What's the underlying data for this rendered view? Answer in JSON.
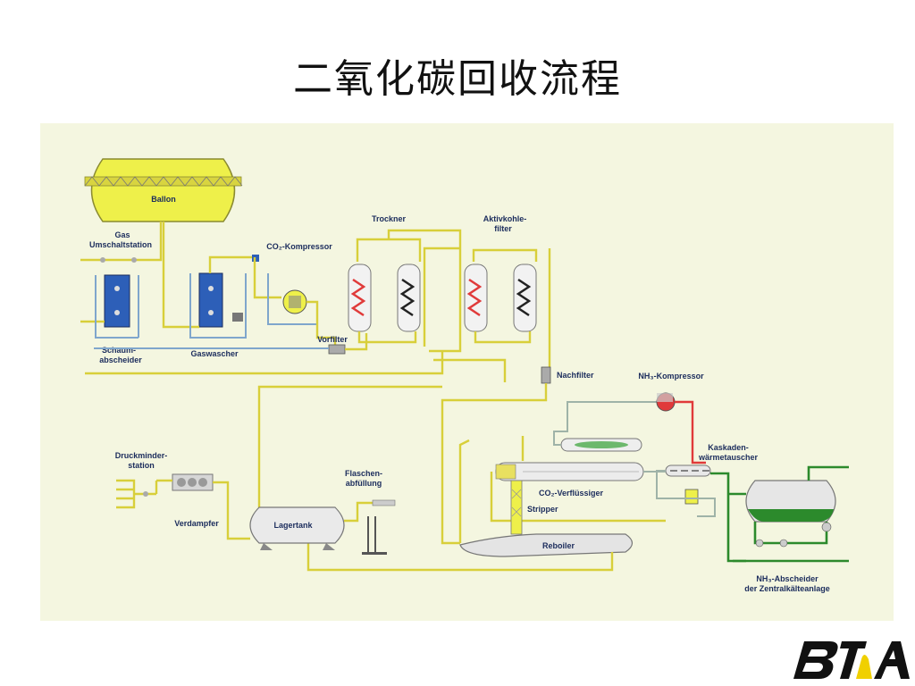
{
  "title": "二氧化碳回收流程",
  "labels": {
    "ballon": "Ballon",
    "gas": "Gas",
    "umschaltstation": "Umschaltstation",
    "co2_kompressor": "CO₂-Kompressor",
    "trockner": "Trockner",
    "aktivkohle": "Aktivkohle-",
    "filter": "filter",
    "schaum": "Schaum-",
    "abscheider": "abscheider",
    "gaswascher": "Gaswascher",
    "vorfilter": "Vorfilter",
    "nachfilter": "Nachfilter",
    "nh3_kompressor": "NH₃-Kompressor",
    "kaskaden": "Kaskaden-",
    "waermetauscher": "wärmetauscher",
    "druckminder": "Druckminder-",
    "station": "station",
    "flaschen": "Flaschen-",
    "abfuellung": "abfüllung",
    "co2_verfluessiger": "CO₂-Verflüssiger",
    "stripper": "Stripper",
    "verdampfer": "Verdampfer",
    "lagertank": "Lagertank",
    "reboiler": "Reboiler",
    "nh3_abscheider": "NH₃-Abscheider",
    "zentralkaelte": "der Zentralkälteanlage"
  },
  "colors": {
    "background_panel": "#f4f6e0",
    "gas_line": "#d8cf3a",
    "water_line": "#7fa6cc",
    "hot_line": "#e03a3a",
    "ammonia_line": "#2c8a2c",
    "balloon": "#eef04a"
  },
  "logo": {
    "icon": "bta-logo-icon"
  }
}
